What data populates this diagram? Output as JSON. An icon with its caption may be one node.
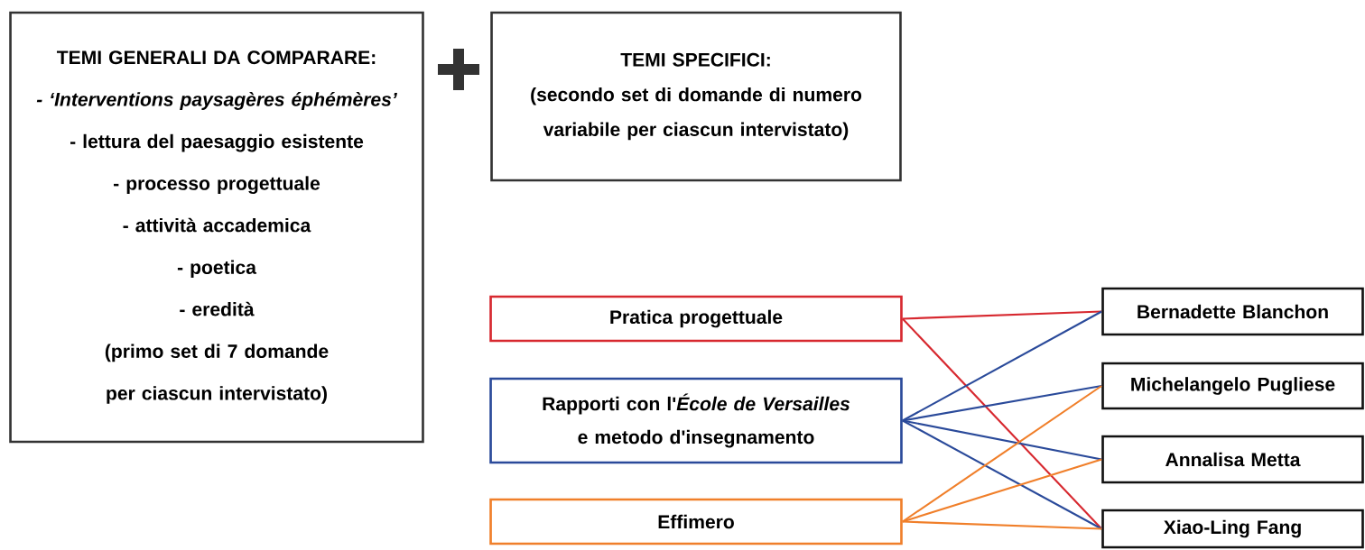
{
  "diagram": {
    "nodes": [
      {
        "text": [
          "TEMI GENERALI DA COMPARARE:",
          "- ‘Interventions paysagères éphémères’",
          "- lettura del paesaggio esistente",
          "- processo progettuale",
          "- attività accademica",
          "- poetica",
          "- eredità",
          "(primo set di 7 domande per ciascun intervistato)"
        ]
      },
      {
        "text": [
          "TEMI SPECIFICI:",
          "(secondo set di domande di numero variabile per ciascun intervistato)"
        ]
      },
      {
        "text": [
          "Pratica progettuale"
        ]
      },
      {
        "text": [
          "Rapporti con l'*École de Versailles* e metodo d'insegnamento"
        ]
      },
      {
        "text": [
          "Effimero"
        ]
      },
      {
        "text": [
          "Bernadette Blanchon"
        ]
      },
      {
        "text": [
          "Michelangelo Pugliese"
        ]
      },
      {
        "text": [
          "Annalisa Metta"
        ]
      },
      {
        "text": [
          "Xiao-Ling Fang"
        ]
      }
    ],
    "edges": [
      {
        "from": 2,
        "to": 5,
        "arrow": "none",
        "color": "#d7282f"
      },
      {
        "from": 2,
        "to": 8,
        "arrow": "none",
        "color": "#d7282f"
      },
      {
        "from": 3,
        "to": 5,
        "arrow": "none"
      },
      {
        "from": 3,
        "to": 6,
        "arrow": "none"
      },
      {
        "from": 3,
        "to": 7,
        "arrow": "none"
      },
      {
        "from": 3,
        "to": 8,
        "arrow": "none"
      },
      {
        "from": 4,
        "to": 6,
        "arrow": "none",
        "color": "#f07f2a"
      },
      {
        "from": 4,
        "to": 7,
        "arrow": "none",
        "color": "#f07f2a"
      },
      {
        "from": 4,
        "to": 8,
        "arrow": "none",
        "color": "#f07f2a"
      }
    ]
  }
}
